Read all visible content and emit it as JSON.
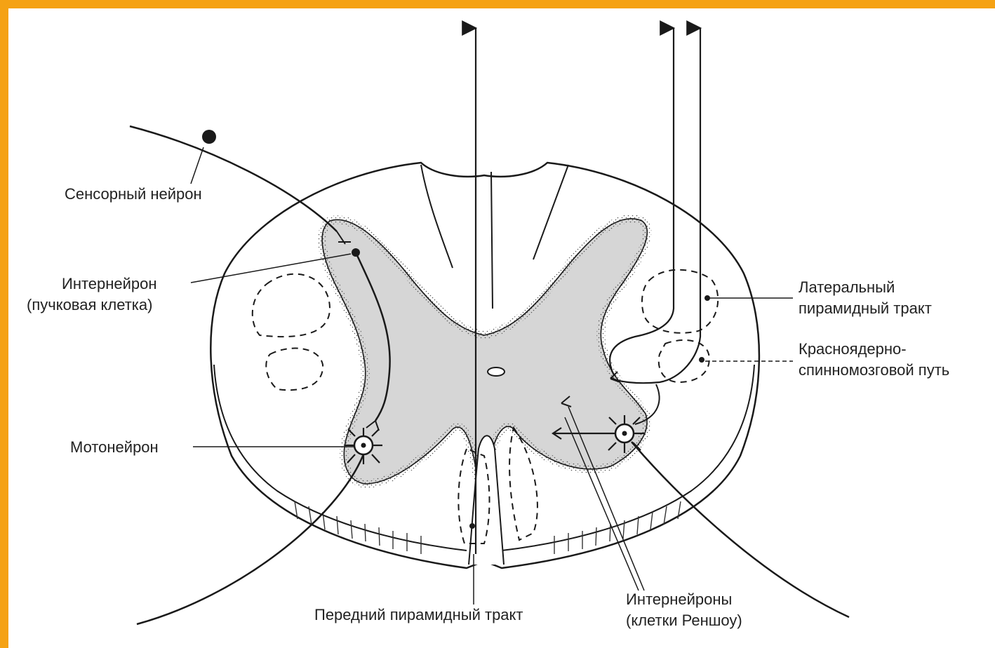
{
  "labels": {
    "sensory_neuron": "Сенсорный нейрон",
    "interneuron_line1": "Интернейрон",
    "interneuron_line2": "(пучковая клетка)",
    "motoneuron": "Мотонейрон",
    "lateral_tract_line1": "Латеральный",
    "lateral_tract_line2": "пирамидный тракт",
    "rubrospinal_line1": "Красноядерно-",
    "rubrospinal_line2": "спинномозговой путь",
    "renshaw_line1": "Интернейроны",
    "renshaw_line2": "(клетки Реншоу)",
    "anterior_tract": "Передний пирамидный тракт"
  },
  "colors": {
    "frame": "#f5a214",
    "grey_matter": "#d6d6d6",
    "ink": "#1a1a1a"
  }
}
